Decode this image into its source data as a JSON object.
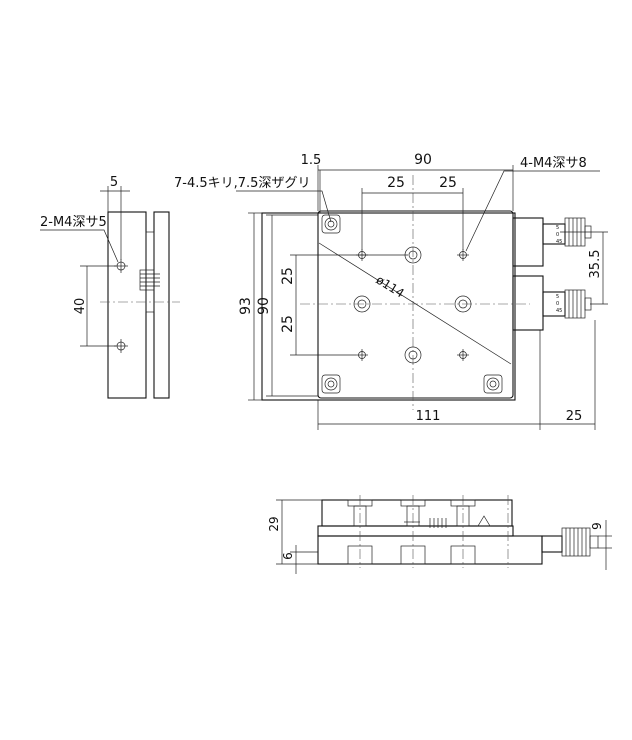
{
  "top_view": {
    "dim_width_90": "90",
    "dim_offset_1_5": "1.5",
    "dim_pitch_left": "25",
    "dim_pitch_right": "25",
    "dim_height_90": "90",
    "dim_height_93": "93",
    "dim_v_pitch_top": "25",
    "dim_v_pitch_bottom": "25",
    "dim_diagonal": "ø114",
    "dim_base_111": "111",
    "dim_micrometer_25": "25",
    "dim_micrometer_35_5": "35.5",
    "callout_counterbore": "7-4.5キリ,7.5深ザグリ",
    "callout_tapped_top": "4-M4深サ8"
  },
  "side_view": {
    "dim_5": "5",
    "dim_40": "40",
    "callout_tapped_side": "2-M4深サ5"
  },
  "front_view": {
    "dim_height_29": "29",
    "dim_base_6": "6",
    "dim_spindle_9": "9"
  },
  "micrometer_scale": [
    "5",
    "0",
    "45"
  ]
}
